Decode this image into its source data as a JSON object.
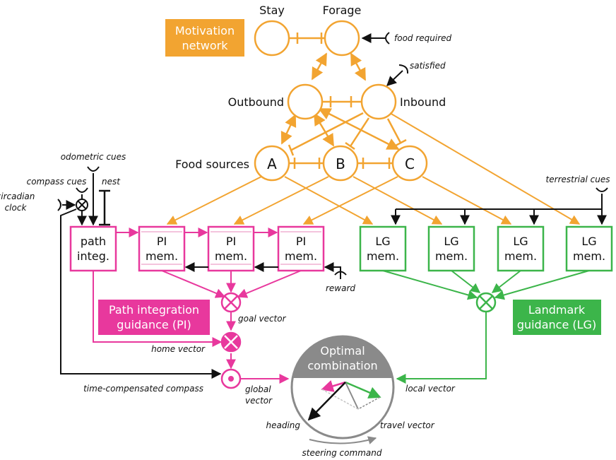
{
  "colors": {
    "orange": "#f2a431",
    "pink": "#e8389d",
    "green": "#3cb54a",
    "black": "#111111",
    "gray": "#8a8a8a",
    "white": "#ffffff"
  },
  "motivation": {
    "title_line1": "Motivation",
    "title_line2": "network",
    "stay": "Stay",
    "forage": "Forage",
    "food_required": "food required",
    "satisfied": "satisfied",
    "outbound": "Outbound",
    "inbound": "Inbound",
    "food_sources": "Food sources",
    "source_a": "A",
    "source_b": "B",
    "source_c": "C"
  },
  "inputs": {
    "odometric_cues": "odometric cues",
    "compass_cues": "compass cues",
    "nest": "nest",
    "circadian_line1": "circadian",
    "circadian_line2": "clock",
    "terrestrial_cues": "terrestrial cues",
    "reward": "reward"
  },
  "path_integration": {
    "path_line1": "path",
    "path_line2": "integ.",
    "pi_mem_line1": "PI",
    "pi_mem_line2": "mem.",
    "guidance_line1": "Path integration",
    "guidance_line2": "guidance (PI)",
    "goal_vector": "goal vector",
    "home_vector": "home vector",
    "time_compensated_compass": "time-compensated compass",
    "global_line1": "global",
    "global_line2": "vector"
  },
  "landmark": {
    "lg_mem_line1": "LG",
    "lg_mem_line2": "mem.",
    "guidance_line1": "Landmark",
    "guidance_line2": "guidance (LG)",
    "local_vector": "local vector"
  },
  "combination": {
    "title_line1": "Optimal",
    "title_line2": "combination",
    "heading": "heading",
    "travel_vector": "travel vector",
    "steering_command": "steering command"
  }
}
